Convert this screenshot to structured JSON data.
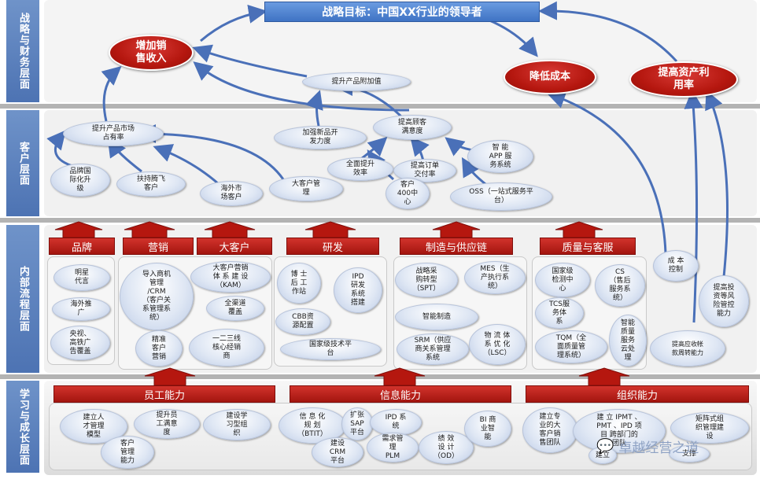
{
  "layers": {
    "strategy": "战略与财务层面",
    "customer": "客户层面",
    "process": "内部流程层面",
    "learning": "学习与成长层面"
  },
  "strategy": {
    "goal": "战略目标：中国XX行业的领导者",
    "increase_revenue": "增加销\n售收入",
    "reduce_cost": "降低成本",
    "improve_roa": "提高资产利\n用率",
    "add_value": "提升产品附加值"
  },
  "customer": {
    "market_share": "提升产品市场\n占有率",
    "new_product": "加强新品开\n发力度",
    "satisfaction": "提高顾客\n满意度",
    "brand_intl": "品牌国\n际化升\n级",
    "support_takeoff": "扶持腾飞\n客户",
    "overseas": "海外市\n场客户",
    "key_account": "大客户管\n理",
    "efficiency": "全面提升\n效率",
    "order_rate": "提高订单\n交付率",
    "hotline": "客户\n400中\n心",
    "app": "智 能\nAPP 服\n务系统",
    "oss": "OSS（一站式服务平\n台）"
  },
  "process": {
    "headers": {
      "brand": "品牌",
      "marketing": "营销",
      "key_account": "大客户",
      "rnd": "研发",
      "supply": "制造与供应链",
      "quality": "质量与客服"
    },
    "brand_items": [
      "明星\n代言",
      "海外推\n广",
      "央视、\n高铁广\n告覆盖"
    ],
    "marketing_items": {
      "crm": "导入商机\n管理\n/CRM\n（客户关\n系管理系\n统）",
      "kam": "大客户营销\n体 系 建 设\n（KAM）",
      "channel": "全渠道\n覆盖",
      "precise": "精准\n客户\n营销",
      "tier": "一二三线\n核心经销\n商"
    },
    "rnd_items": {
      "postdoc": "博 士\n后 工\n作站",
      "ipd": "IPD\n研发\n系统\n搭建",
      "cbb": "CBB资\n源配置",
      "lab": "国家级技术平\n台"
    },
    "supply_items": {
      "spt": "战略采\n购转型\n（SPT）",
      "mes": "MES（生\n产执行系\n统）",
      "smart": "智能制造",
      "srm": "SRM（供应\n商关系管理\n系统",
      "lsc": "物 流 体\n系 优 化\n（LSC）"
    },
    "quality_items": {
      "nat_center": "国家级\n检测中\n心",
      "cs": "CS\n（售后\n服务系\n统）",
      "tcs": "TCS服\n务体\n系",
      "tqm": "TQM（全\n面质量管\n理系统）",
      "cloud": "智能\n质量\n服务\n云处\n理"
    },
    "cost_control": "成 本\n控制",
    "invest_risk": "提高投\n资等风\n险管控\n能力",
    "receivable": "提高应收帐\n款周转能力"
  },
  "learning": {
    "bars": {
      "staff": "员工能力",
      "info": "信息能力",
      "org": "组织能力"
    },
    "staff_items": {
      "talent": "建立人\n才管理\n模型",
      "satisfaction": "提升员\n工满意\n度",
      "learning_org": "建设学\n习型组\n织",
      "cust_mgmt": "客户\n管理\n能力"
    },
    "info_items": {
      "btit": "信 息 化\n规  划\n（BTIT）",
      "sap": "扩张\nSAP\n平台",
      "ipd_sys": "IPD 系\n统",
      "crm_platform": "建设\nCRM\n平台",
      "plm": "需求管\n理\nPLM",
      "od": "绩 效\n设 计\n（OD）",
      "bi": "BI 商\n业智\n能"
    },
    "org_items": {
      "key_team": "建立专\n业的大\n客户销\n售团队",
      "ipmt": "建 立 IPMT 、\nPMT 、IPD 项\n目 跨部门的\n团队",
      "matrix": "矩阵式组\n织管理建\n设",
      "rebuild": "建立",
      "support": "支撑"
    }
  },
  "watermark": "卓越经营之道",
  "colors": {
    "layer_blue": "#4d73b3",
    "red": "#b5170f",
    "goal_blue": "#3f73c4",
    "arrow_blue": "#4a70b8"
  }
}
